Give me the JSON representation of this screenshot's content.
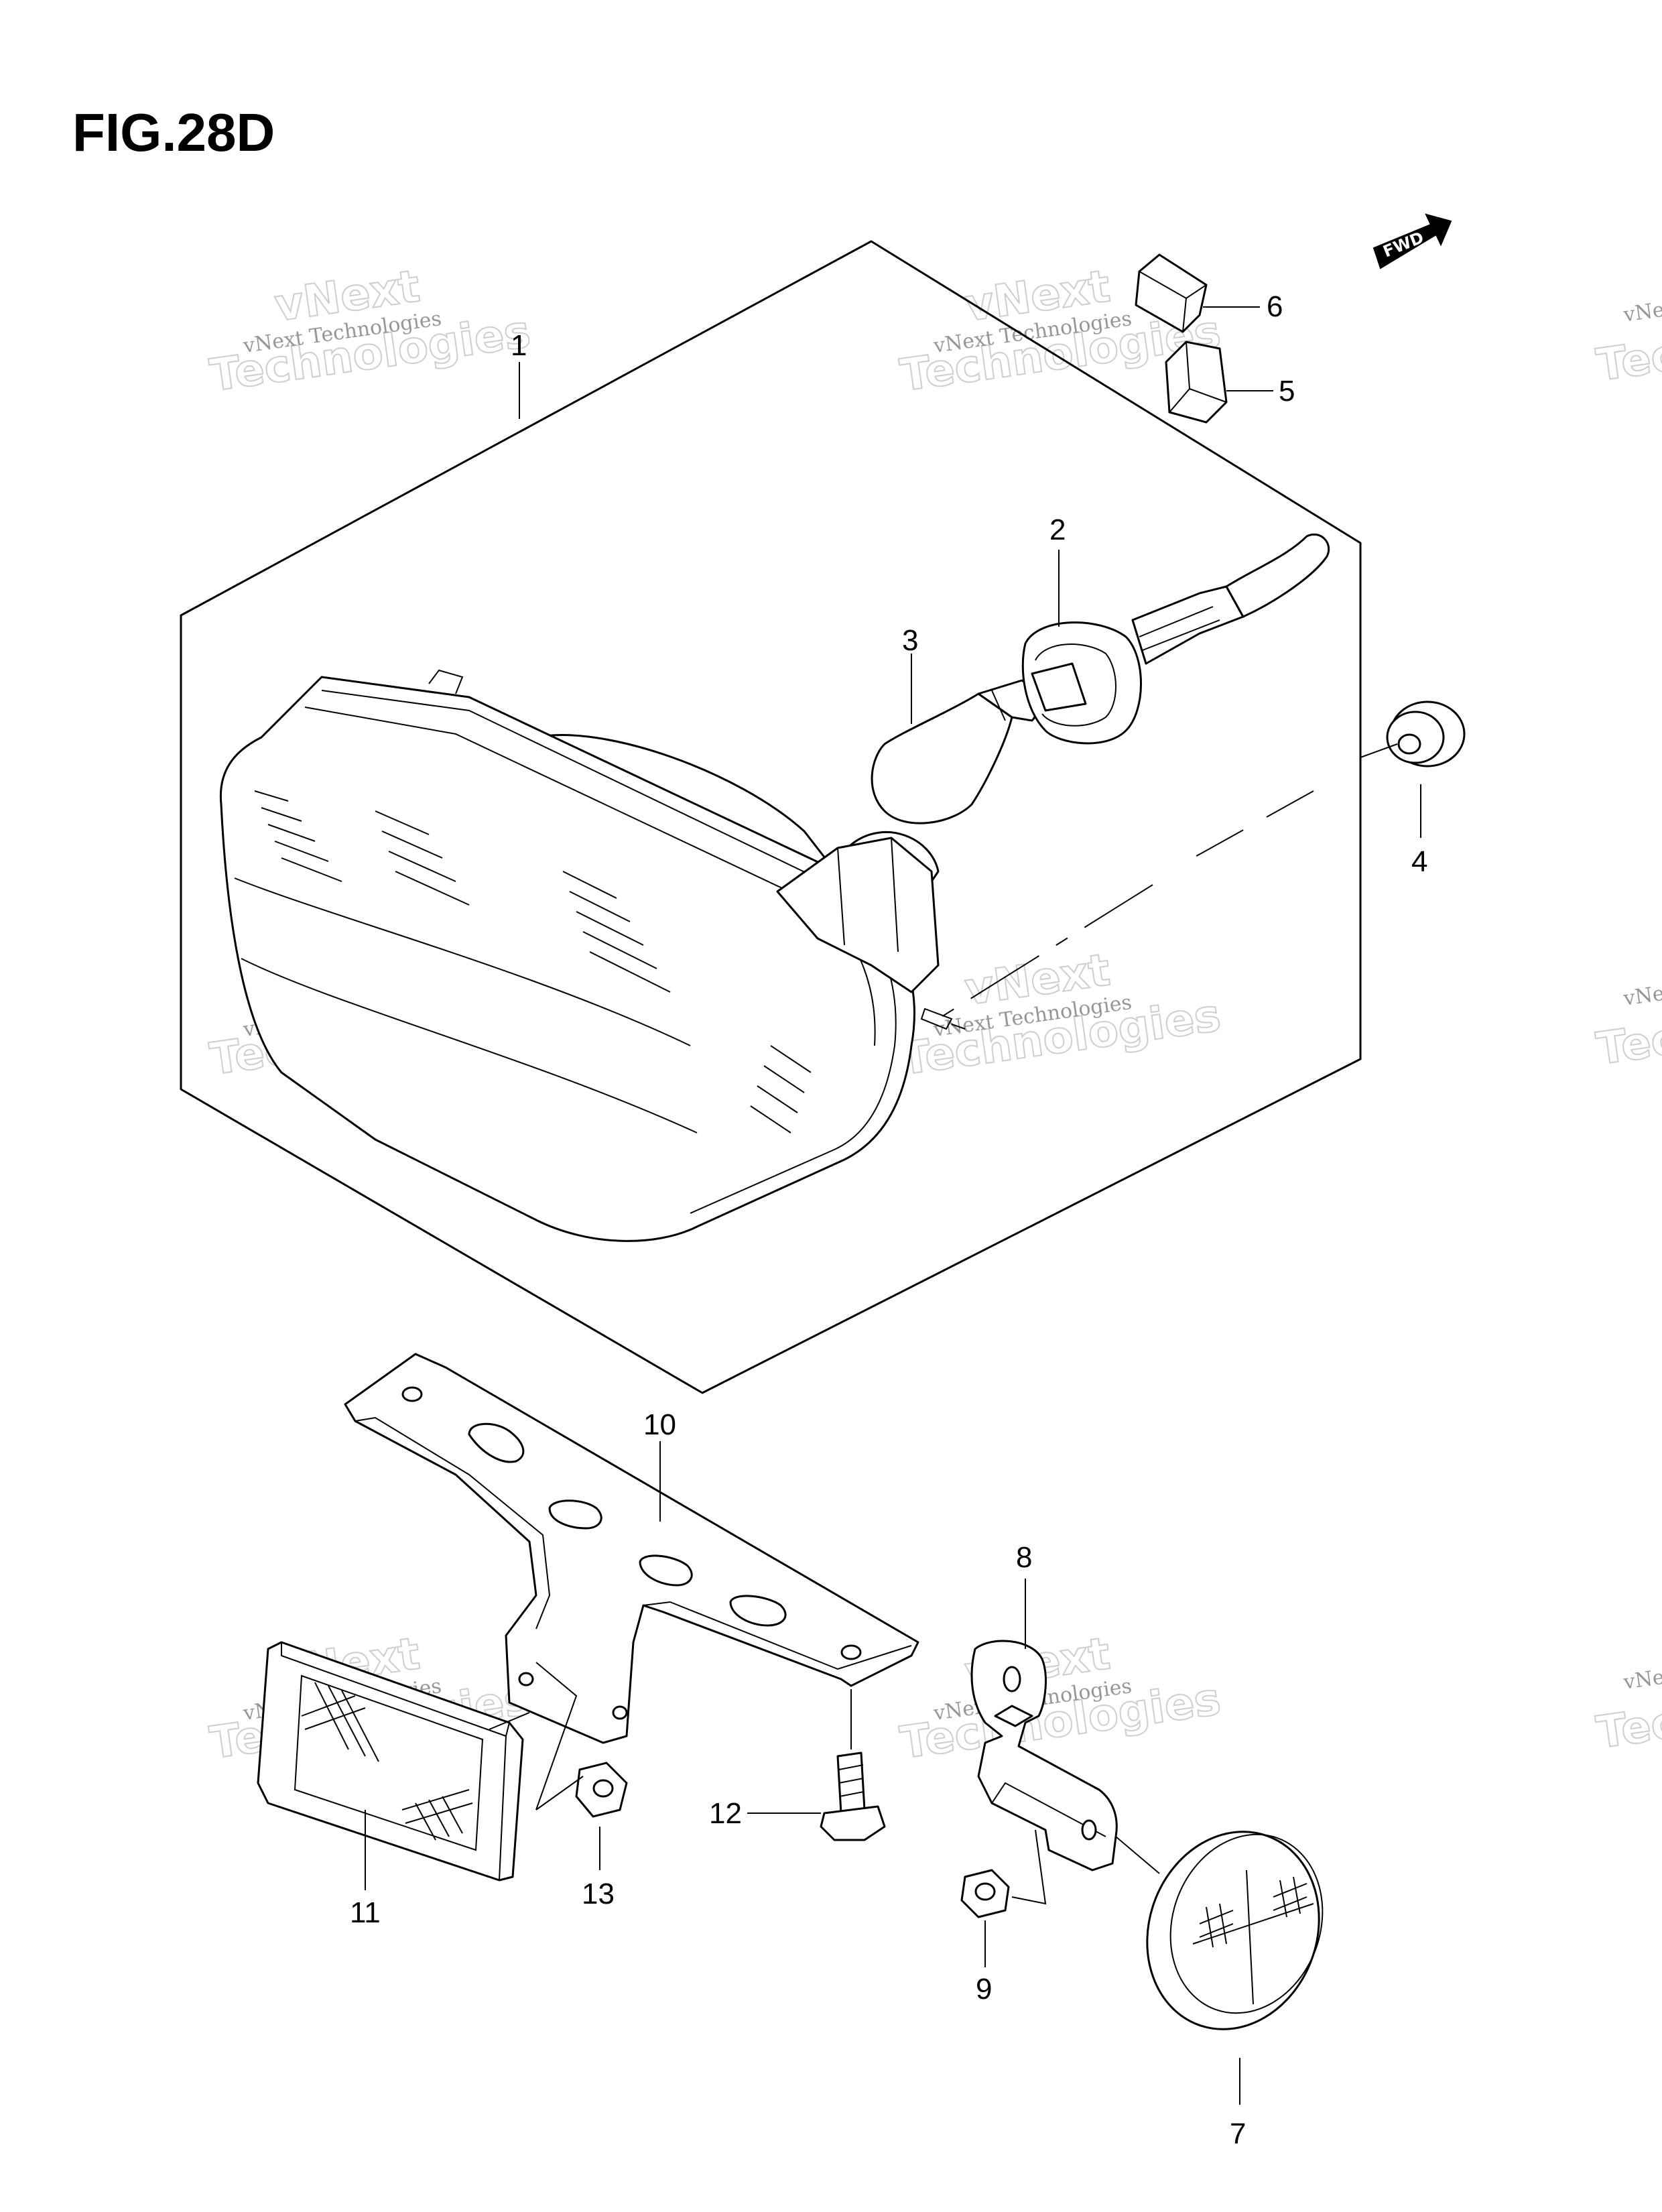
{
  "figure": {
    "title": "FIG.28D",
    "fwd_label": "FWD"
  },
  "callouts": [
    "1",
    "2",
    "3",
    "4",
    "5",
    "6",
    "7",
    "8",
    "9",
    "10",
    "11",
    "12",
    "13"
  ],
  "watermark": {
    "line_small": "vNext Technologies",
    "line_big_top": "vNext",
    "line_big_bottom": "Technologies"
  },
  "colors": {
    "ink": "#000000",
    "background": "#ffffff",
    "watermark": "#c8c8c8"
  }
}
